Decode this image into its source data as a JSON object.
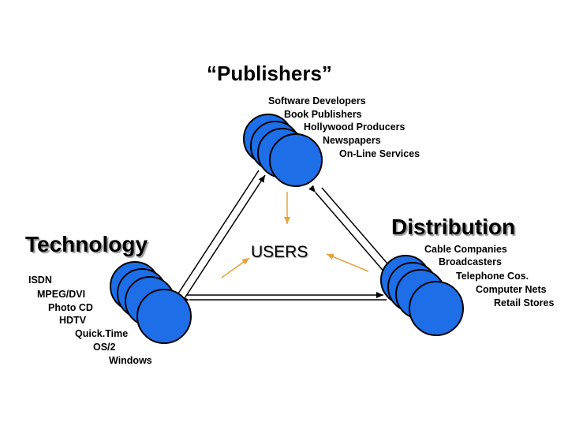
{
  "title": "“Publishers”",
  "publishers": {
    "items": [
      "Software Developers",
      "Book Publishers",
      "Hollywood Producers",
      "Newspapers",
      "On-Line Services"
    ]
  },
  "technology": {
    "heading": "Technology",
    "items": [
      "ISDN",
      "MPEG/DVI",
      "Photo CD",
      "HDTV",
      "Quick.Time",
      "OS/2",
      "Windows"
    ]
  },
  "distribution": {
    "heading": "Distribution",
    "items": [
      "Cable Companies",
      "Broadcasters",
      "Telephone Cos.",
      "Computer Nets",
      "Retail Stores"
    ]
  },
  "center": {
    "label": "USERS"
  },
  "colors": {
    "node_fill": "#1e6ee8",
    "node_stroke": "#000000",
    "arrow_orange": "#e8a23a",
    "line": "#000000"
  }
}
